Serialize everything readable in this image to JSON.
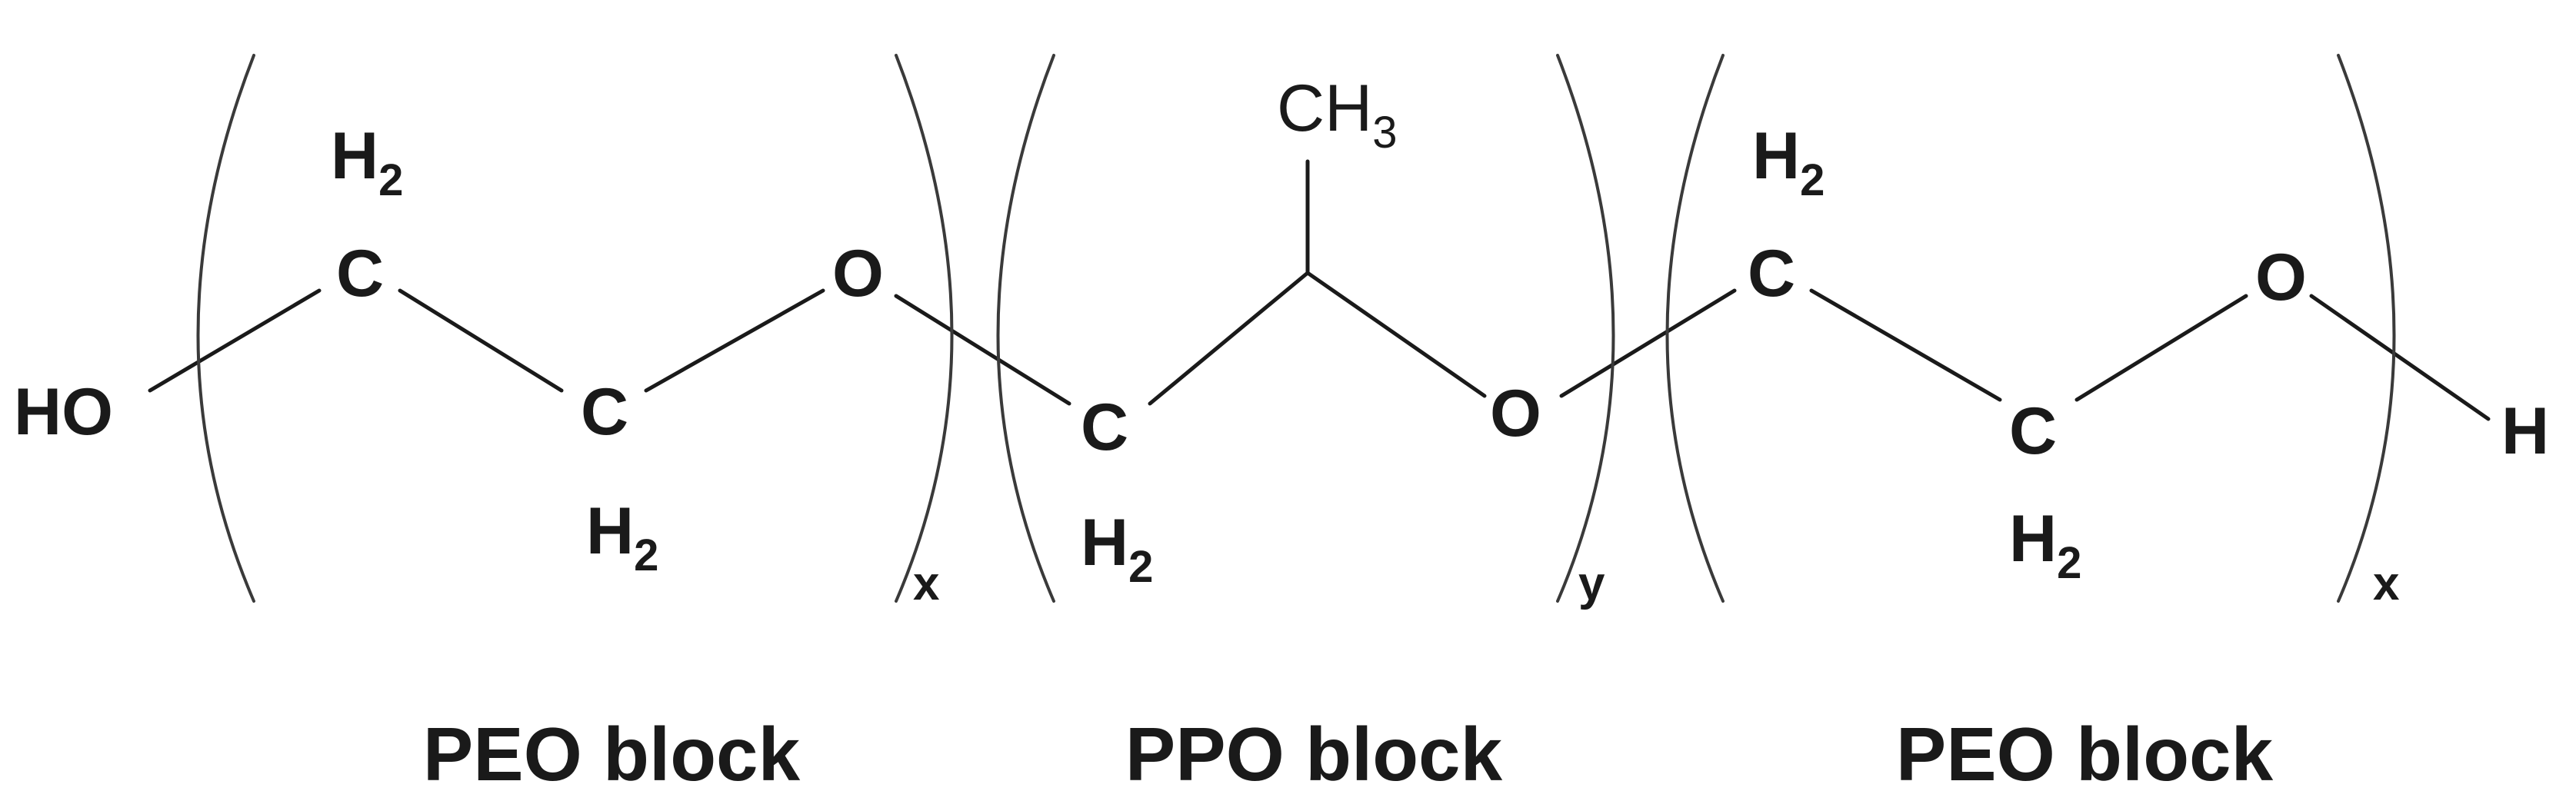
{
  "atoms": {
    "ho": "HO",
    "h_end": "H",
    "c": "C",
    "o": "O",
    "h2_main": "H",
    "h2_sub": "2",
    "ch3_main": "CH",
    "ch3_sub": "3"
  },
  "repeat_units": {
    "peo_left": "x",
    "ppo": "y",
    "peo_right": "x"
  },
  "block_labels": {
    "peo_left": "PEO block",
    "ppo": "PPO block",
    "peo_right": "PEO block"
  }
}
